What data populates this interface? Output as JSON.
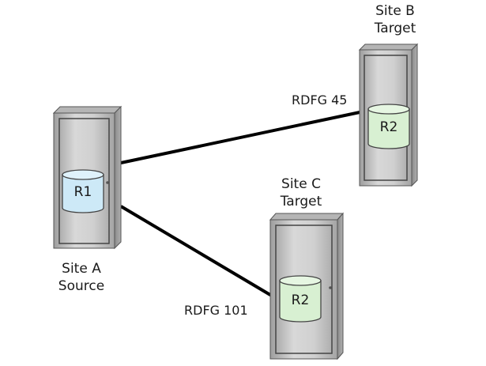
{
  "sites": [
    {
      "id": "a",
      "name": "Site A",
      "role": "Source",
      "volume": "R1",
      "volume_color": "#cde9f7"
    },
    {
      "id": "b",
      "name": "Site B",
      "role": "Target",
      "volume": "R2",
      "volume_color": "#d8f0d2"
    },
    {
      "id": "c",
      "name": "Site C",
      "role": "Target",
      "volume": "R2",
      "volume_color": "#d8f0d2"
    }
  ],
  "links": [
    {
      "from": "a",
      "to": "b",
      "label": "RDFG 45"
    },
    {
      "from": "a",
      "to": "c",
      "label": "RDFG 101"
    }
  ],
  "colors": {
    "cabinet_body": "#c9c9c9",
    "cabinet_side": "#9a9a9a",
    "cabinet_top": "#b2b2b2",
    "link_line": "#000000"
  }
}
